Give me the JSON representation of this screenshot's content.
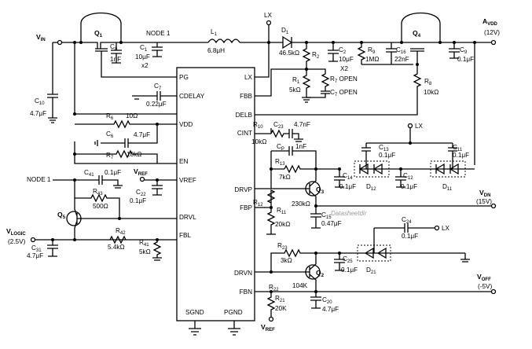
{
  "ic": {
    "left_pins": [
      "PG",
      "CDELAY",
      "VDD",
      "EN",
      "VREF",
      "DRVL",
      "FBL"
    ],
    "right_pins": [
      "LX",
      "FBB",
      "DELB",
      "CINT",
      "DRVP",
      "FBP",
      "DRVN",
      "FBN"
    ],
    "bottom_pins": [
      "SGND",
      "PGND"
    ]
  },
  "nets": {
    "vin": "V",
    "vin_sub": "IN",
    "node1_top": "NODE 1",
    "node1_left": "NODE 1",
    "lx_top": "LX",
    "lx_mid": "LX",
    "lx_low": "LX",
    "avdd": "A",
    "avdd_sub": "VDD",
    "avdd_value": "(12V)",
    "vdn": "V",
    "vdn_sub": "DN",
    "vdn_value": "(15V)",
    "voff": "V",
    "voff_sub": "OFF",
    "voff_value": "(-5V)",
    "vlogic": "V",
    "vlogic_sub": "LOGIC",
    "vlogic_value": "(2.5V)",
    "vref_top": "V",
    "vref_top_sub": "REF",
    "vref_bottom": "V",
    "vref_bottom_sub": "REF"
  },
  "components": {
    "q1": "Q",
    "q1_sub": "1",
    "c0": "C",
    "c0_sub": "0",
    "c0_value": "1nF",
    "c1": "C",
    "c1_sub": "1",
    "c1_value": "10μF",
    "c1_mult": "x2",
    "l1": "L",
    "l1_sub": "1",
    "l1_value": "6.8μH",
    "d1": "D",
    "d1_sub": "1",
    "r2": "R",
    "r2_sub": "2",
    "r2_value": "46.5kΩ",
    "c2": "C",
    "c2_sub": "2",
    "c2_value": "10μF",
    "c2_mult": "X2",
    "r9": "R",
    "r9_sub": "9",
    "r9_value": "1MΩ",
    "c16": "C",
    "c16_sub": "16",
    "c16_value": "22nF",
    "q4": "Q",
    "q4_sub": "4",
    "c9": "C",
    "c9_sub": "9",
    "c9_value": "0.1μF",
    "r1": "R",
    "r1_sub": "1",
    "r1_value": "5kΩ",
    "r7": "R",
    "r7_sub": "7",
    "r7_value": "OPEN",
    "c7b": "C",
    "c7b_sub": "7",
    "c7b_value": "OPEN",
    "r8": "R",
    "r8_sub": "8",
    "r8_value": "10kΩ",
    "c10": "C",
    "c10_sub": "10",
    "c10_value": "4.7μF",
    "c7": "C",
    "c7_sub": "7",
    "c7_value": "0.22μF",
    "r6": "R",
    "r6_sub": "6",
    "r6_value": "10Ω",
    "c6": "C",
    "c6_sub": "6",
    "c6_value": "4.7μF",
    "r7l": "R",
    "r7l_sub": "7",
    "r7l_value": "10kΩ",
    "c41": "C",
    "c41_sub": "41",
    "c41_value": "0.1μF",
    "r43": "R",
    "r43_sub": "43",
    "r43_value": "500Ω",
    "c22": "C",
    "c22_sub": "22",
    "c22_value": "0.1μF",
    "q5": "Q",
    "q5_sub": "5",
    "r42": "R",
    "r42_sub": "42",
    "r42_value": "5.4kΩ",
    "r41": "R",
    "r41_sub": "41",
    "r41_value": "5kΩ",
    "c31": "C",
    "c31_sub": "31",
    "c31_value": "4.7μF",
    "r10": "R",
    "r10_sub": "10",
    "r10_value": "10kΩ",
    "c23": "C",
    "c23_sub": "23",
    "c23_value": "4.7nF",
    "cp": "C",
    "cp_sub": "P",
    "cp_value": "1nF",
    "r13": "R",
    "r13_sub": "13",
    "r13_value": "7kΩ",
    "q3": "Q",
    "q3_sub": "3",
    "r_q3": "230kΩ",
    "c14": "C",
    "c14_sub": "14",
    "c14_value": "0.1μF",
    "c13": "C",
    "c13_sub": "13",
    "c13_value": "0.1μF",
    "c12": "C",
    "c12_sub": "12",
    "c12_value": "0.1μF",
    "c11": "C",
    "c11_sub": "11",
    "c11_value": "0.1μF",
    "d12": "D",
    "d12_sub": "12",
    "d11": "D",
    "d11_sub": "11",
    "r12": "R",
    "r12_sub": "12",
    "r11": "R",
    "r11_sub": "11",
    "r11_value": "20kΩ",
    "c15": "C",
    "c15_sub": "15",
    "c15_value": "0.47μF",
    "c24": "C",
    "c24_sub": "24",
    "c24_value": "0.1μF",
    "r23": "R",
    "r23_sub": "23",
    "r23_value": "3kΩ",
    "c25": "C",
    "c25_sub": "25",
    "c25_value": "0.1μF",
    "d21": "D",
    "d21_sub": "21",
    "q2": "Q",
    "q2_sub": "2",
    "r_q2": "104K",
    "r22": "R",
    "r22_sub": "22",
    "r21": "R",
    "r21_sub": "21",
    "r21_value": "20K",
    "c20": "C",
    "c20_sub": "20",
    "c20_value": "4.7μF"
  },
  "watermark": "Datasheetdir",
  "colors": {
    "line": "#000000",
    "background": "#ffffff",
    "watermark": "#9a9a9a"
  }
}
